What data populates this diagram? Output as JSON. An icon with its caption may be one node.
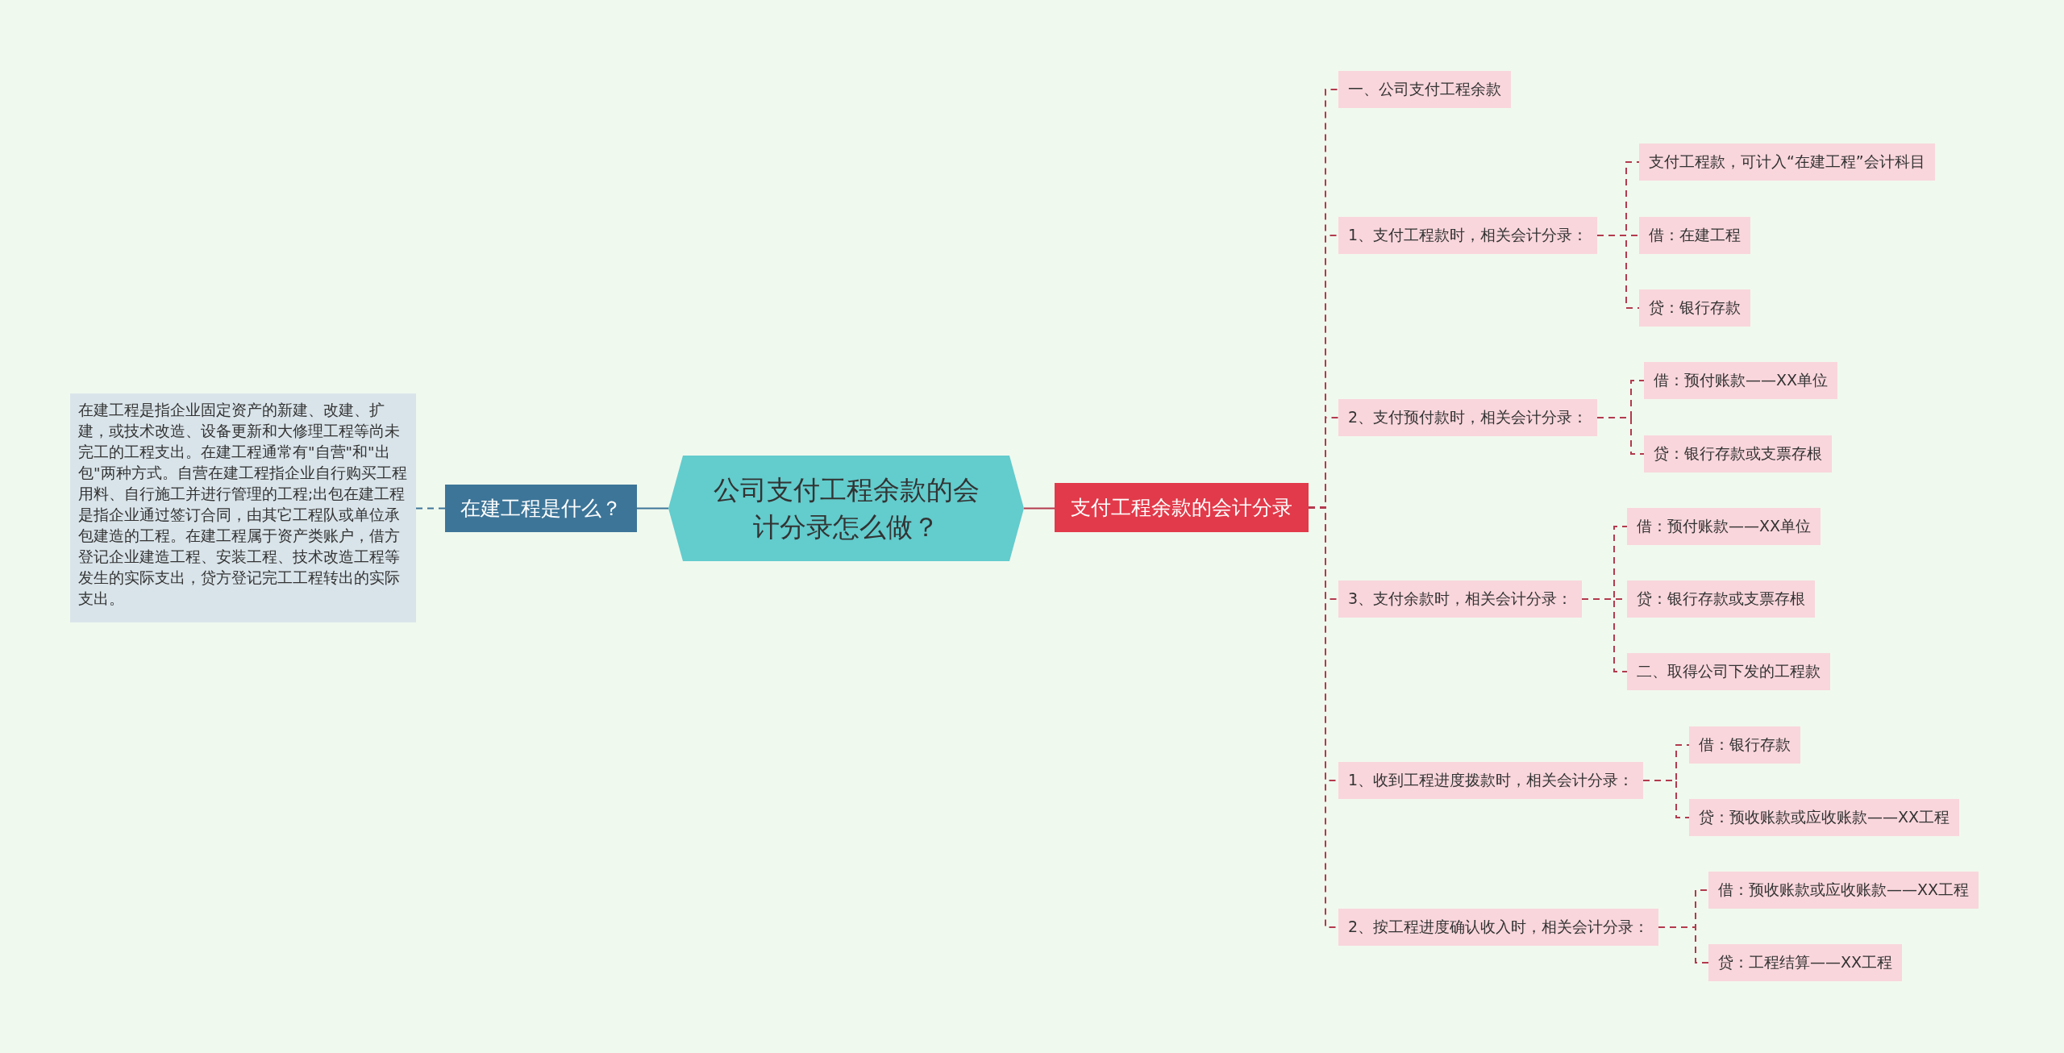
{
  "diagram": {
    "nodes": [
      {
        "text": [
          "公司支付工程余款的会计分录怎么做？"
        ]
      },
      {
        "text": [
          "在建工程是什么？"
        ]
      },
      {
        "text": [
          "在建工程是指企业固定资产的新建、改建、扩建，或技术改造、设备更新和大修理工程等尚未完工的工程支出。在建工程通常有\"自营\"和\"出包\"两种方式。自营在建工程指企业自行购买工程用料、自行施工并进行管理的工程;出包在建工程是指企业通过签订合同，由其它工程队或单位承包建造的工程。在建工程属于资产类账户，借方登记企业建造工程、安装工程、技术改造工程等发生的实际支出，贷方登记完工工程转出的实际支出。"
        ]
      },
      {
        "text": [
          "支付工程余款的会计分录"
        ]
      },
      {
        "text": [
          "一、公司支付工程余款"
        ]
      },
      {
        "text": [
          "1、支付工程款时，相关会计分录："
        ]
      },
      {
        "text": [
          "支付工程款，可计入“在建工程”会计科目"
        ]
      },
      {
        "text": [
          "借：在建工程"
        ]
      },
      {
        "text": [
          "贷：银行存款"
        ]
      },
      {
        "text": [
          "2、支付预付款时，相关会计分录："
        ]
      },
      {
        "text": [
          "借：预付账款——XX单位"
        ]
      },
      {
        "text": [
          "贷：银行存款或支票存根"
        ]
      },
      {
        "text": [
          "3、支付余款时，相关会计分录："
        ]
      },
      {
        "text": [
          "借：预付账款——XX单位"
        ]
      },
      {
        "text": [
          "贷：银行存款或支票存根"
        ]
      },
      {
        "text": [
          "二、取得公司下发的工程款"
        ]
      },
      {
        "text": [
          "1、收到工程进度拨款时，相关会计分录："
        ]
      },
      {
        "text": [
          "借：银行存款"
        ]
      },
      {
        "text": [
          "贷：预收账款或应收账款——XX工程"
        ]
      },
      {
        "text": [
          "2、按工程进度确认收入时，相关会计分录："
        ]
      },
      {
        "text": [
          "借：预收账款或应收账款——XX工程"
        ]
      },
      {
        "text": [
          "贷：工程结算——XX工程"
        ]
      }
    ],
    "edges": [
      {
        "from": 0,
        "to": 1,
        "arrow": "none",
        "color": "#3d7598"
      },
      {
        "from": 1,
        "to": 2,
        "arrow": "none",
        "style": "dashed",
        "color": "#3d7598"
      },
      {
        "from": 0,
        "to": 3,
        "arrow": "none"
      },
      {
        "from": 3,
        "to": 4,
        "arrow": "none",
        "style": "dashed"
      },
      {
        "from": 3,
        "to": 5,
        "arrow": "none",
        "style": "dashed"
      },
      {
        "from": 5,
        "to": 6,
        "arrow": "none",
        "style": "dashed"
      },
      {
        "from": 5,
        "to": 7,
        "arrow": "none",
        "style": "dashed"
      },
      {
        "from": 5,
        "to": 8,
        "arrow": "none",
        "style": "dashed"
      },
      {
        "from": 3,
        "to": 9,
        "arrow": "none",
        "style": "dashed"
      },
      {
        "from": 9,
        "to": 10,
        "arrow": "none",
        "style": "dashed"
      },
      {
        "from": 9,
        "to": 11,
        "arrow": "none",
        "style": "dashed"
      },
      {
        "from": 3,
        "to": 12,
        "arrow": "none",
        "style": "dashed"
      },
      {
        "from": 12,
        "to": 13,
        "arrow": "none",
        "style": "dashed"
      },
      {
        "from": 12,
        "to": 14,
        "arrow": "none",
        "style": "dashed"
      },
      {
        "from": 12,
        "to": 15,
        "arrow": "none",
        "style": "dashed"
      },
      {
        "from": 3,
        "to": 16,
        "arrow": "none",
        "style": "dashed"
      },
      {
        "from": 16,
        "to": 17,
        "arrow": "none",
        "style": "dashed"
      },
      {
        "from": 16,
        "to": 18,
        "arrow": "none",
        "style": "dashed"
      },
      {
        "from": 3,
        "to": 19,
        "arrow": "none",
        "style": "dashed"
      },
      {
        "from": 19,
        "to": 20,
        "arrow": "none",
        "style": "dashed"
      },
      {
        "from": 19,
        "to": 21,
        "arrow": "none",
        "style": "dashed"
      }
    ]
  }
}
